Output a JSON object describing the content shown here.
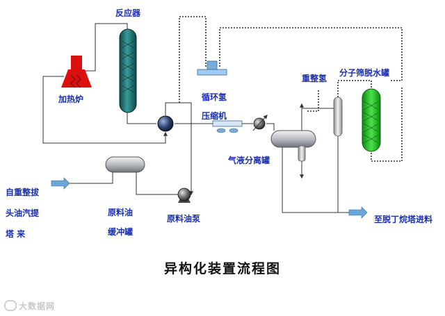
{
  "title": "异构化装置流程图",
  "labels": {
    "reactor": "反应器",
    "furnace": "加热炉",
    "recycle_hydrogen": "循环氢",
    "compressor": "压缩机",
    "reforming_hydrogen": "重整氢",
    "dryer": "分子筛脱水罐",
    "separator": "气液分离罐",
    "feed_line1": "自重整拔",
    "feed_line2": "头油汽提",
    "feed_line3": "塔  来",
    "buffer_tank_line1": "原料油",
    "buffer_tank_line2": "缓冲罐",
    "feed_pump": "原料油泵",
    "product_outlet": "至脱丁烷塔进料"
  },
  "watermark": "大数据网",
  "colors": {
    "line": "#333333",
    "label": "#1a2fb0",
    "reactor": "#1d6b6b",
    "furnace": "#dd1010",
    "dryer": "#1fc21f",
    "vessel": "#c8ccd2",
    "arrow": "#6aa6d8",
    "compressor": "#7aaed8"
  }
}
